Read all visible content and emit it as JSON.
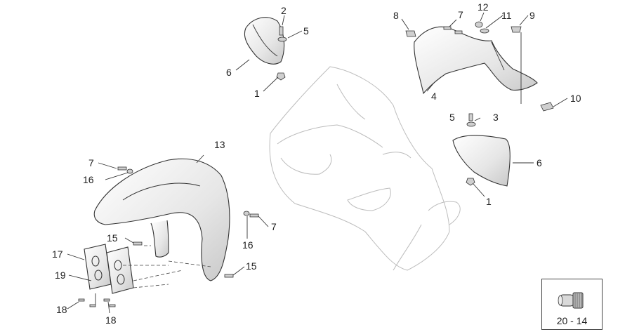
{
  "callouts": {
    "c2": "2",
    "c5a": "5",
    "c6a": "6",
    "c1a": "1",
    "c8": "8",
    "c7a": "7",
    "c12": "12",
    "c11": "11",
    "c9": "9",
    "c4": "4",
    "c10": "10",
    "c5b": "5",
    "c3": "3",
    "c6b": "6",
    "c1b": "1",
    "c13": "13",
    "c7b": "7",
    "c16a": "16",
    "c7c": "7",
    "c16b": "16",
    "c15a": "15",
    "c15b": "15",
    "c17": "17",
    "c19": "19",
    "c18a": "18",
    "c18b": "18"
  },
  "reference_box": {
    "label": "20 - 14"
  }
}
